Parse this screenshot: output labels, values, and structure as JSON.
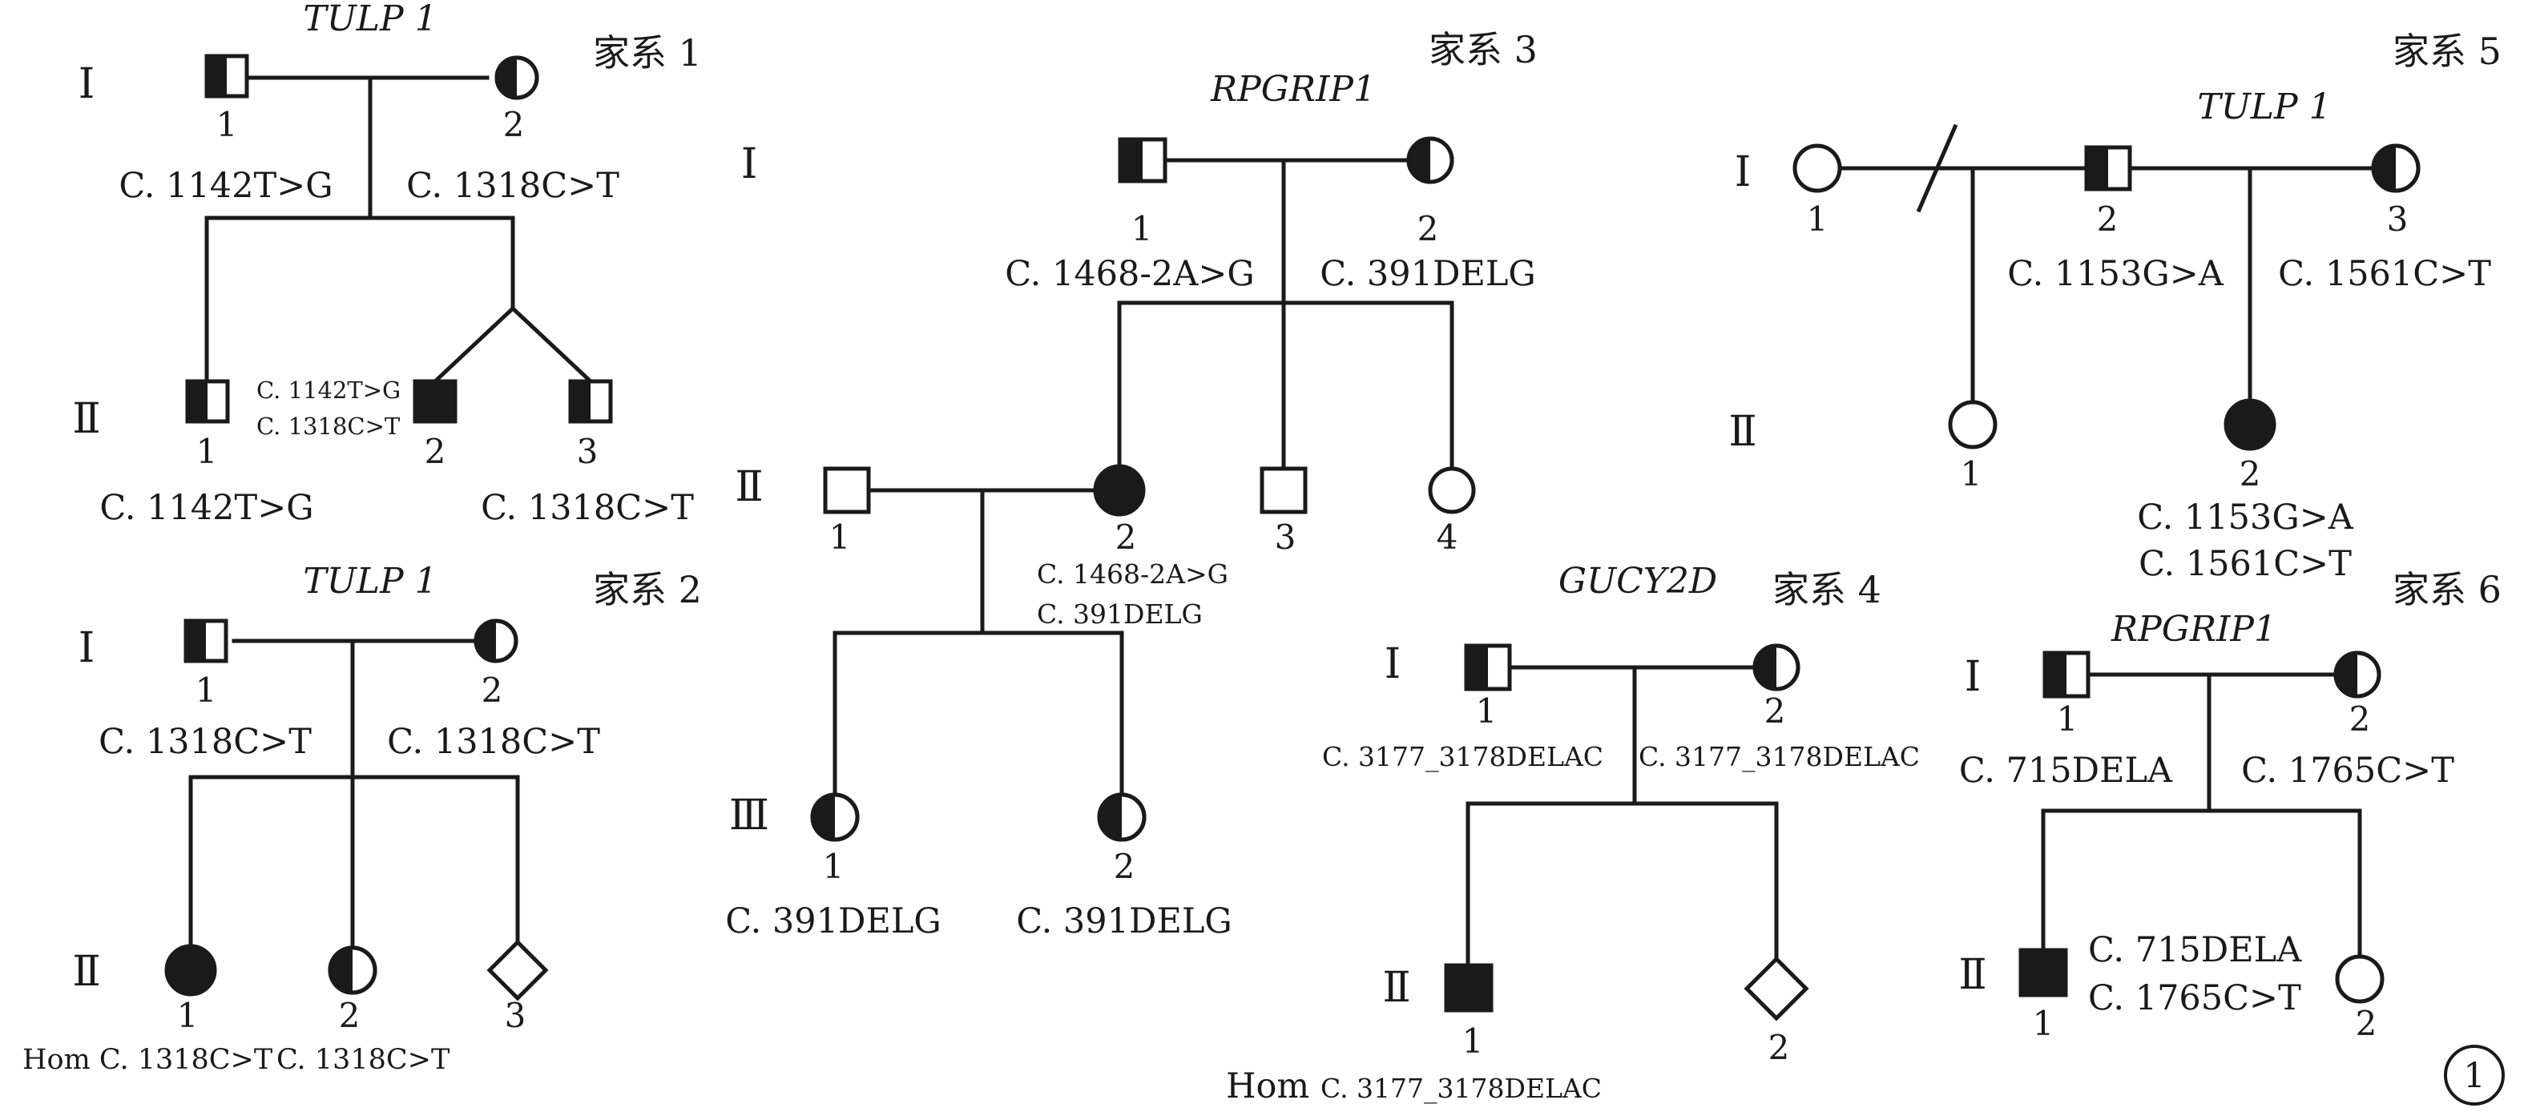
{
  "figure_label": "1",
  "families": [
    {
      "name": "家系 1",
      "gene": "TULP 1",
      "generations": [
        "Ⅰ",
        "Ⅱ"
      ],
      "members": [
        {
          "id": "1",
          "variants": [
            "C. 1142T>G"
          ]
        },
        {
          "id": "2",
          "variants": [
            "C. 1318C>T"
          ]
        },
        {
          "id": "1",
          "variants": [
            "C. 1142T>G",
            "C. 1318C>T"
          ],
          "below": "C. 1142T>G"
        },
        {
          "id": "2",
          "variants": []
        },
        {
          "id": "3",
          "variants": [
            "C. 1318C>T"
          ]
        }
      ]
    },
    {
      "name": "家系 2",
      "gene": "TULP 1",
      "generations": [
        "Ⅰ",
        "Ⅱ"
      ],
      "members": [
        {
          "id": "1",
          "variants": [
            "C. 1318C>T"
          ]
        },
        {
          "id": "2",
          "variants": [
            "C. 1318C>T"
          ]
        },
        {
          "id": "1",
          "variants": [
            "Hom C. 1318C>T"
          ]
        },
        {
          "id": "2",
          "variants": [
            "C. 1318C>T"
          ]
        },
        {
          "id": "3",
          "variants": []
        }
      ]
    },
    {
      "name": "家系 3",
      "gene": "RPGRIP1",
      "generations": [
        "Ⅰ",
        "Ⅱ",
        "Ⅲ"
      ],
      "members": [
        {
          "id": "1",
          "variants": [
            "C. 1468-2A>G"
          ]
        },
        {
          "id": "2",
          "variants": [
            "C. 391DELG"
          ]
        },
        {
          "id": "1",
          "variants": []
        },
        {
          "id": "2",
          "variants": [
            "C. 1468-2A>G",
            "C. 391DELG"
          ]
        },
        {
          "id": "3",
          "variants": []
        },
        {
          "id": "4",
          "variants": []
        },
        {
          "id": "1",
          "variants": [
            "C. 391DELG"
          ]
        },
        {
          "id": "2",
          "variants": [
            "C. 391DELG"
          ]
        }
      ]
    },
    {
      "name": "家系 4",
      "gene": "GUCY2D",
      "generations": [
        "Ⅰ",
        "Ⅱ"
      ],
      "members": [
        {
          "id": "1",
          "variants": [
            "C. 3177_3178DELAC"
          ]
        },
        {
          "id": "2",
          "variants": [
            "C. 3177_3178DELAC"
          ]
        },
        {
          "id": "1",
          "variants": [
            "Hom",
            "C. 3177_3178DELAC"
          ]
        },
        {
          "id": "2",
          "variants": []
        }
      ]
    },
    {
      "name": "家系 5",
      "gene": "TULP 1",
      "generations": [
        "Ⅰ",
        "Ⅱ"
      ],
      "members": [
        {
          "id": "1",
          "variants": []
        },
        {
          "id": "2",
          "variants": [
            "C. 1153G>A"
          ]
        },
        {
          "id": "3",
          "variants": [
            "C. 1561C>T"
          ]
        },
        {
          "id": "1",
          "variants": []
        },
        {
          "id": "2",
          "variants": [
            "C. 1153G>A",
            "C. 1561C>T"
          ]
        }
      ]
    },
    {
      "name": "家系 6",
      "gene": "RPGRIP1",
      "generations": [
        "Ⅰ",
        "Ⅱ"
      ],
      "members": [
        {
          "id": "1",
          "variants": [
            "C. 715DELA"
          ]
        },
        {
          "id": "2",
          "variants": [
            "C. 1765C>T"
          ]
        },
        {
          "id": "1",
          "variants": [
            "C. 715DELA",
            "C. 1765C>T"
          ]
        },
        {
          "id": "2",
          "variants": []
        }
      ]
    }
  ]
}
